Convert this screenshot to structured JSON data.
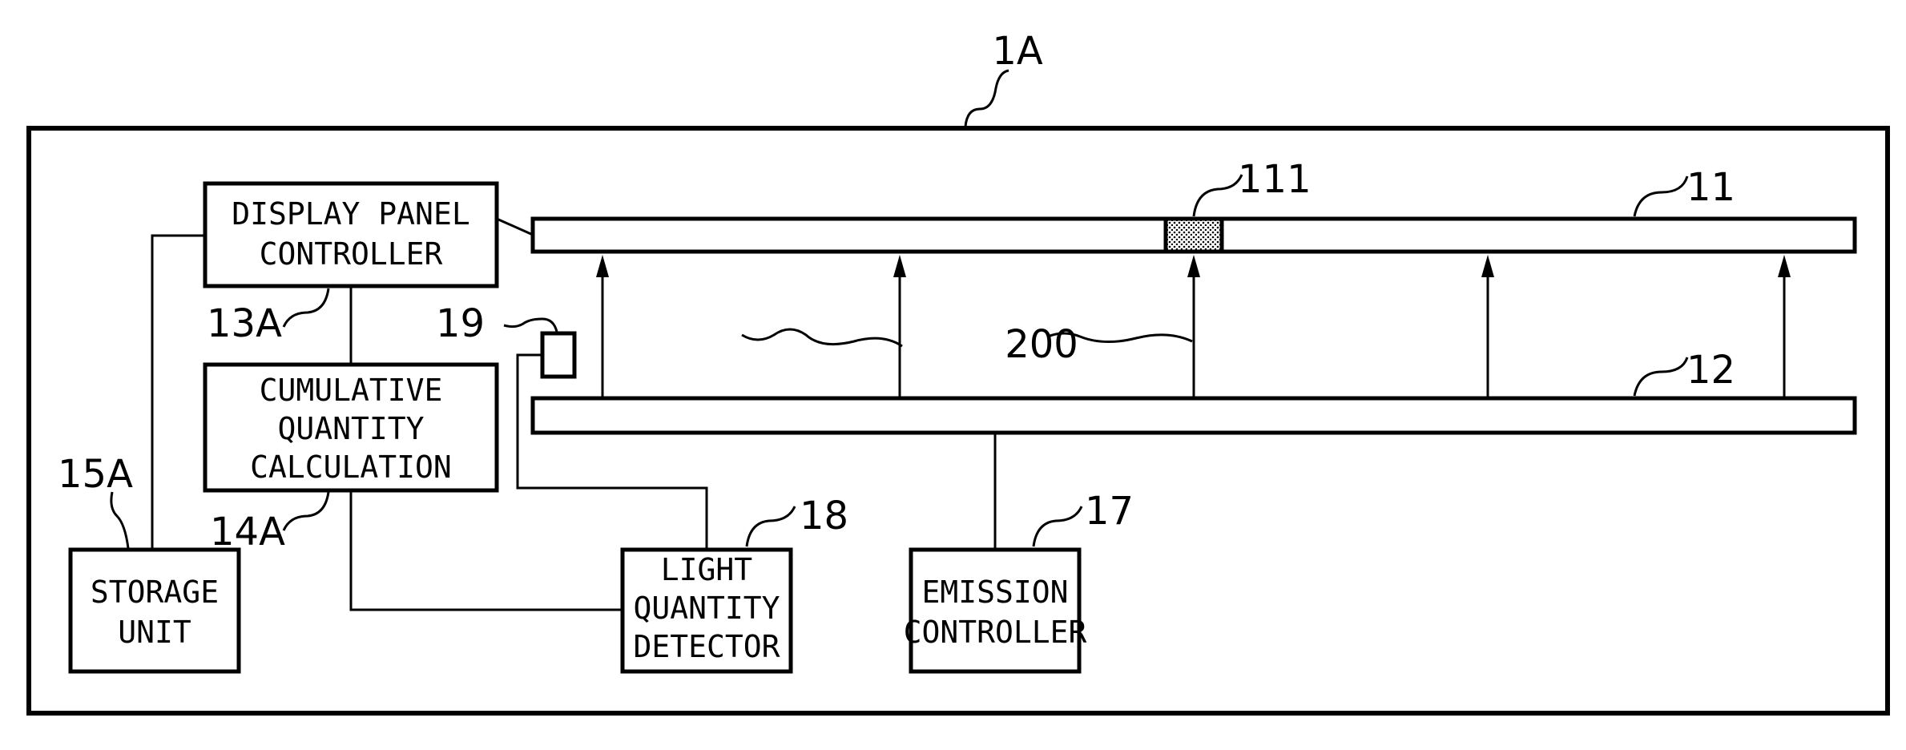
{
  "figure_ref": "1A",
  "blocks": {
    "display_panel_controller": {
      "lines": [
        "DISPLAY PANEL",
        "CONTROLLER"
      ],
      "ref": "13A"
    },
    "cumulative_quantity_calculation": {
      "lines": [
        "CUMULATIVE",
        "QUANTITY",
        "CALCULATION"
      ],
      "ref": "14A"
    },
    "storage_unit": {
      "lines": [
        "STORAGE",
        "UNIT"
      ],
      "ref": "15A"
    },
    "light_quantity_detector": {
      "lines": [
        "LIGHT",
        "QUANTITY",
        "DETECTOR"
      ],
      "ref": "18"
    },
    "emission_controller": {
      "lines": [
        "EMISSION",
        "CONTROLLER"
      ],
      "ref": "17"
    }
  },
  "components": {
    "display_panel": {
      "ref": "11"
    },
    "display_region": {
      "ref": "111"
    },
    "backlight": {
      "ref": "12"
    },
    "light_sensor": {
      "ref": "19"
    },
    "light_arrows": {
      "ref": "200"
    }
  }
}
